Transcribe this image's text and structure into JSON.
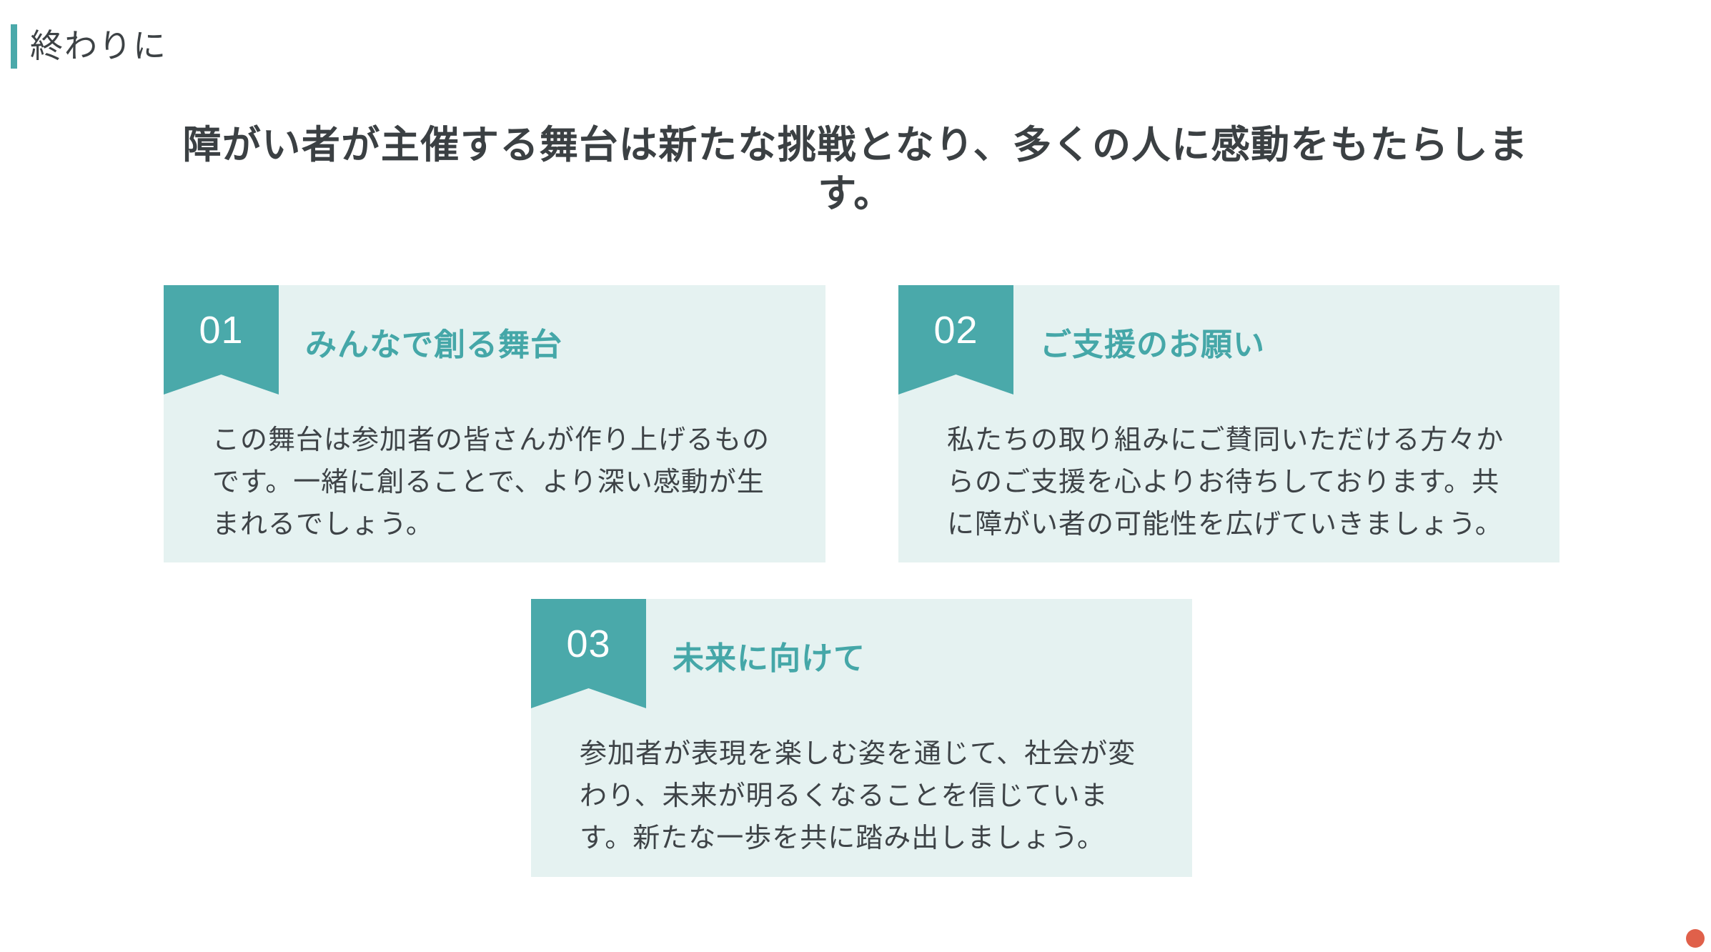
{
  "header": {
    "kicker": "終わりに",
    "title": "障がい者が主催する舞台は新たな挑戦となり、多くの人に感動をもたらします。"
  },
  "cards": [
    {
      "number": "01",
      "title": "みんなで創る舞台",
      "body": "この舞台は参加者の皆さんが作り上げるものです。一緒に創ることで、より深い感動が生まれるでしょう。"
    },
    {
      "number": "02",
      "title": "ご支援のお願い",
      "body": "私たちの取り組みにご賛同いただける方々からのご支援を心よりお待ちしております。共に障がい者の可能性を広げていきましょう。"
    },
    {
      "number": "03",
      "title": "未来に向けて",
      "body": "参加者が表現を楽しむ姿を通じて、社会が変わり、未来が明るくなることを信じています。新たな一歩を共に踏み出しましょう。"
    }
  ],
  "colors": {
    "accent": "#4AA9AA",
    "accent_text": "#45A7A8",
    "card_bg": "#E5F2F1",
    "heading_text": "#3B4043",
    "body_text": "#3E4347",
    "dot": "#E0604A"
  }
}
